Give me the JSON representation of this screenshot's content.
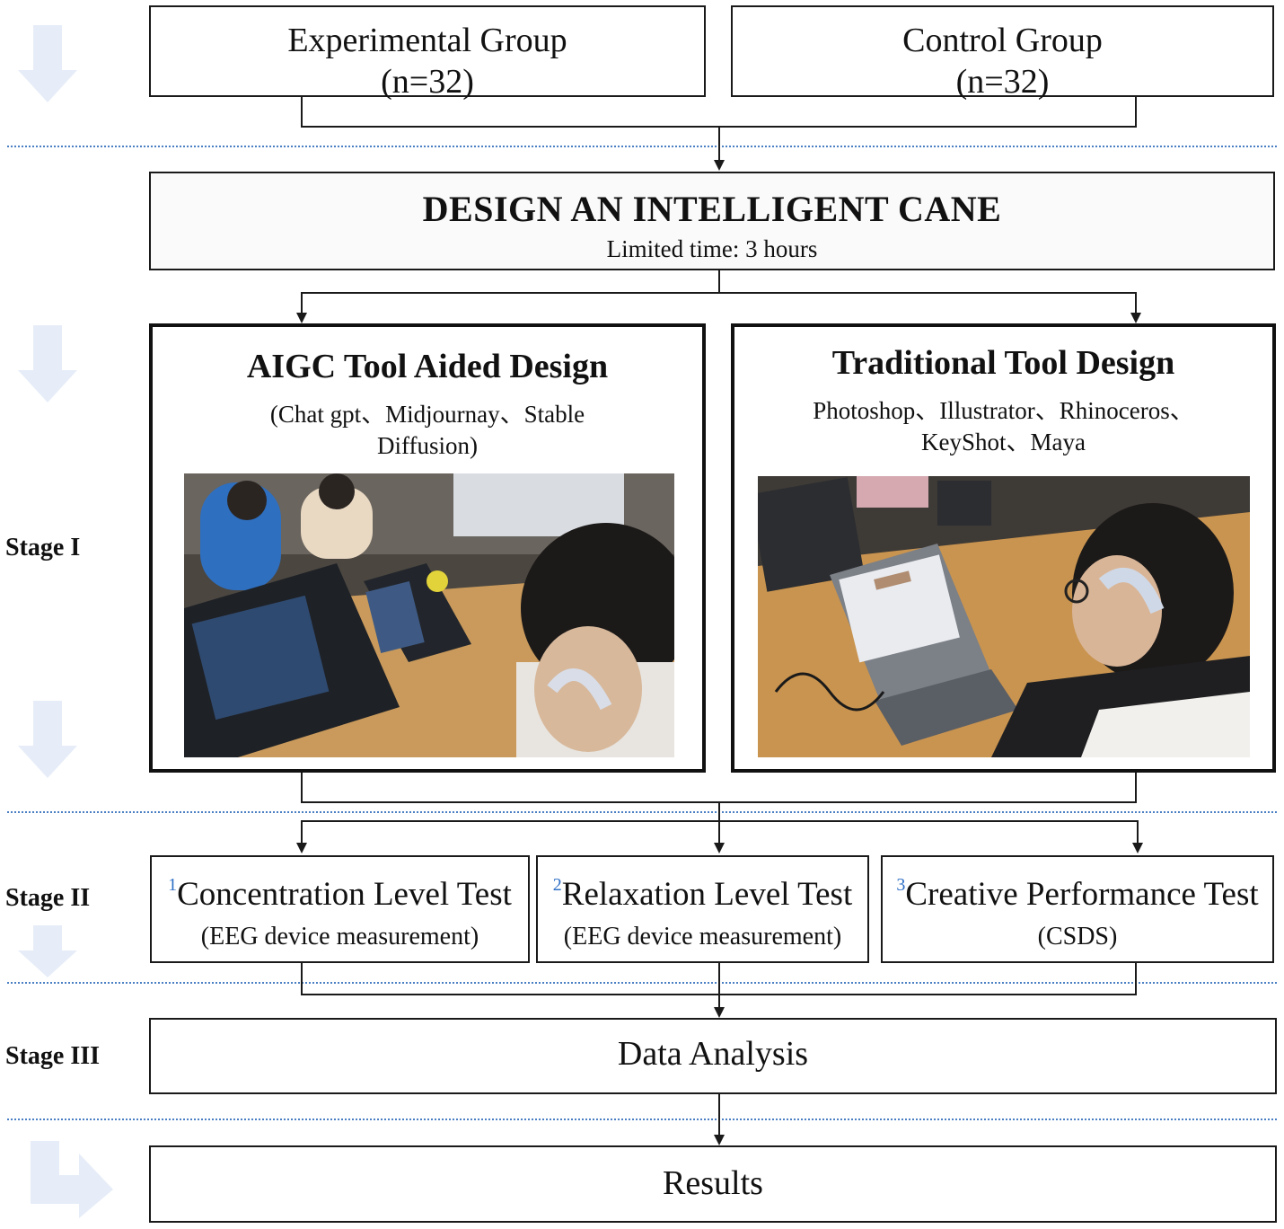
{
  "groups": {
    "experimental": {
      "line1": "Experimental Group",
      "line2": "(n=32)"
    },
    "control": {
      "line1": "Control Group",
      "line2": "(n=32)"
    }
  },
  "task": {
    "title": "DESIGN AN INTELLIGENT CANE",
    "subtitle": "Limited time: 3 hours"
  },
  "conditions": {
    "aigc": {
      "title": "AIGC Tool Aided Design",
      "tools_line1": "(Chat gpt、Midjournay、Stable",
      "tools_line2": "Diffusion)"
    },
    "traditional": {
      "title": "Traditional Tool Design",
      "tools_line1": "Photoshop、Illustrator、Rhinoceros、",
      "tools_line2": "KeyShot、Maya"
    }
  },
  "tests": [
    {
      "number": "1",
      "title": "Concentration Level Test",
      "subtitle": "(EEG device measurement)"
    },
    {
      "number": "2",
      "title": "Relaxation Level Test",
      "subtitle": "(EEG device measurement)"
    },
    {
      "number": "3",
      "title": "Creative Performance Test",
      "subtitle": "(CSDS)"
    }
  ],
  "analysis": {
    "label": "Data Analysis"
  },
  "results": {
    "label": "Results"
  },
  "stages": {
    "stage1": "Stage I",
    "stage2": "Stage II",
    "stage3": "Stage III"
  },
  "colors": {
    "arrow_fill": "#e6edf8",
    "divider": "#4a7fc4",
    "superscript": "#2f6fc6"
  },
  "icons": {
    "down_arrow": "down-arrow-icon",
    "turn_arrow": "turn-right-arrow-icon"
  }
}
